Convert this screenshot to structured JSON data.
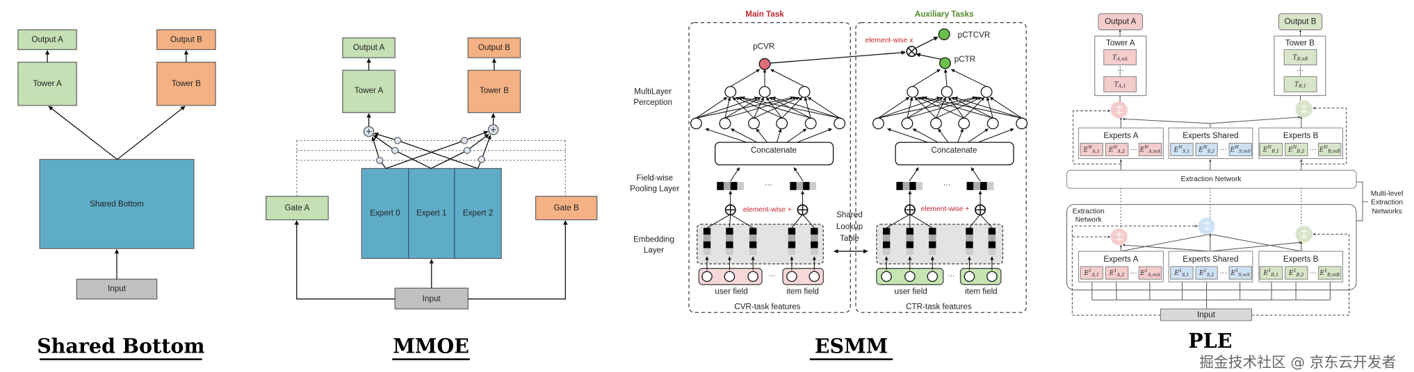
{
  "colors": {
    "green_box": "#c5e0b4",
    "orange_box": "#f4b183",
    "blue_box": "#5eacc8",
    "input_box": "#c0c0c0",
    "main_task": "#c0282e",
    "aux_task": "#4f8a2a",
    "pcvr_node": "#e06c7a",
    "pctr_node": "#6cbf4a",
    "ple_a": "#f4cccc",
    "ple_shared": "#cfe2f3",
    "ple_b": "#d9e5c9"
  },
  "shared_bottom": {
    "title": "Shared Bottom",
    "output_a": "Output A",
    "output_b": "Output B",
    "tower_a": "Tower A",
    "tower_b": "Tower B",
    "shared_bottom": "Shared Bottom",
    "input": "Input"
  },
  "mmoe": {
    "title": "MMOE",
    "output_a": "Output A",
    "output_b": "Output B",
    "tower_a": "Tower A",
    "tower_b": "Tower B",
    "gate_a": "Gate A",
    "gate_b": "Gate B",
    "experts": [
      "Expert 0",
      "Expert 1",
      "Expert 2"
    ],
    "input": "Input"
  },
  "esmm": {
    "title": "ESMM",
    "main_task": "Main Task",
    "auxiliary_tasks": "Auxiliary Tasks",
    "mlp_label": [
      "MultiLayer",
      "Perception"
    ],
    "pooling_label": [
      "Field-wise",
      "Pooling Layer"
    ],
    "embedding_label": [
      "Embedding",
      "Layer"
    ],
    "pcvr": "pCVR",
    "pctr": "pCTR",
    "pctcvr": "pCTCVR",
    "element_wise_x": "element-wise x",
    "element_wise_plus": "element-wise +",
    "concatenate": "Concatenate",
    "ellipsis": "···",
    "user_field": "user field",
    "item_field": "item field",
    "cvr_features": "CVR-task features",
    "ctr_features": "CTR-task features",
    "shared_lookup": [
      "Shared",
      "Lookup",
      "Table"
    ]
  },
  "ple": {
    "title": "PLE",
    "output_a": "Output A",
    "output_b": "Output B",
    "tower_a": "Tower A",
    "tower_b": "Tower B",
    "tower_a_units": [
      {
        "base": "T",
        "sup": "",
        "sub": "A,nA"
      },
      {
        "base": "T",
        "sup": "",
        "sub": "A,1"
      }
    ],
    "tower_b_units": [
      {
        "base": "T",
        "sup": "",
        "sub": "B,nB"
      },
      {
        "base": "T",
        "sup": "",
        "sub": "B,1"
      }
    ],
    "ellipsis": "···",
    "experts_a": "Experts A",
    "experts_shared": "Experts Shared",
    "experts_b": "Experts B",
    "upper_units": {
      "a": [
        {
          "base": "E",
          "sup": "N",
          "sub": "A,1"
        },
        {
          "base": "E",
          "sup": "N",
          "sub": "A,2"
        },
        {
          "base": "E",
          "sup": "N",
          "sub": "A,mA"
        }
      ],
      "s": [
        {
          "base": "E",
          "sup": "N",
          "sub": "S,1"
        },
        {
          "base": "E",
          "sup": "N",
          "sub": "S,2"
        },
        {
          "base": "E",
          "sup": "N",
          "sub": "S,mS"
        }
      ],
      "b": [
        {
          "base": "E",
          "sup": "N",
          "sub": "B,1"
        },
        {
          "base": "E",
          "sup": "N",
          "sub": "B,2"
        },
        {
          "base": "E",
          "sup": "N",
          "sub": "B,mB"
        }
      ]
    },
    "lower_units": {
      "a": [
        {
          "base": "E",
          "sup": "1",
          "sub": "A,1"
        },
        {
          "base": "E",
          "sup": "1",
          "sub": "A,2"
        },
        {
          "base": "E",
          "sup": "1",
          "sub": "A,mA"
        }
      ],
      "s": [
        {
          "base": "E",
          "sup": "1",
          "sub": "S,1"
        },
        {
          "base": "E",
          "sup": "1",
          "sub": "S,2"
        },
        {
          "base": "E",
          "sup": "1",
          "sub": "S,mS"
        }
      ],
      "b": [
        {
          "base": "E",
          "sup": "1",
          "sub": "B,1"
        },
        {
          "base": "E",
          "sup": "1",
          "sub": "B,2"
        },
        {
          "base": "E",
          "sup": "1",
          "sub": "B,mB"
        }
      ]
    },
    "extraction_network": "Extraction Network",
    "extraction_network_inner": [
      "Extraction",
      "Network"
    ],
    "multi_level": [
      "Multi-level",
      "Extraction",
      "Networks"
    ],
    "input": "Input"
  },
  "watermark": "掘金技术社区 @ 京东云开发者"
}
